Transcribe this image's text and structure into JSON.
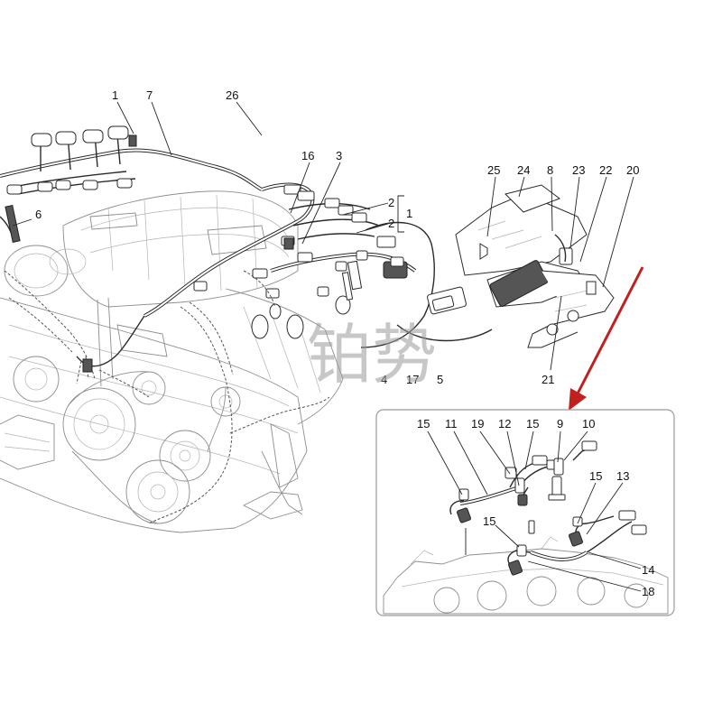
{
  "colors": {
    "background": "#ffffff",
    "arrow": "#c0201e",
    "inset_border": "#9a9a9a",
    "line": "#222222",
    "engine_line": "#8d8d8d"
  },
  "watermark": {
    "text": "铂势"
  },
  "labels": {
    "main": {
      "l1a": "1",
      "l7": "7",
      "l26": "26",
      "l16": "16",
      "l3": "3",
      "l2a": "2",
      "l2b": "2",
      "l1b": "1",
      "l6": "6",
      "l25": "25",
      "l24": "24",
      "l8": "8",
      "l23": "23",
      "l22": "22",
      "l20": "20",
      "l21": "21",
      "l4": "4",
      "l17": "17",
      "l5": "5"
    },
    "inset": {
      "l15a": "15",
      "l11": "11",
      "l19": "19",
      "l12": "12",
      "l15b": "15",
      "l9": "9",
      "l10": "10",
      "l15c": "15",
      "l13": "13",
      "l15d": "15",
      "l14": "14",
      "l18": "18"
    }
  }
}
